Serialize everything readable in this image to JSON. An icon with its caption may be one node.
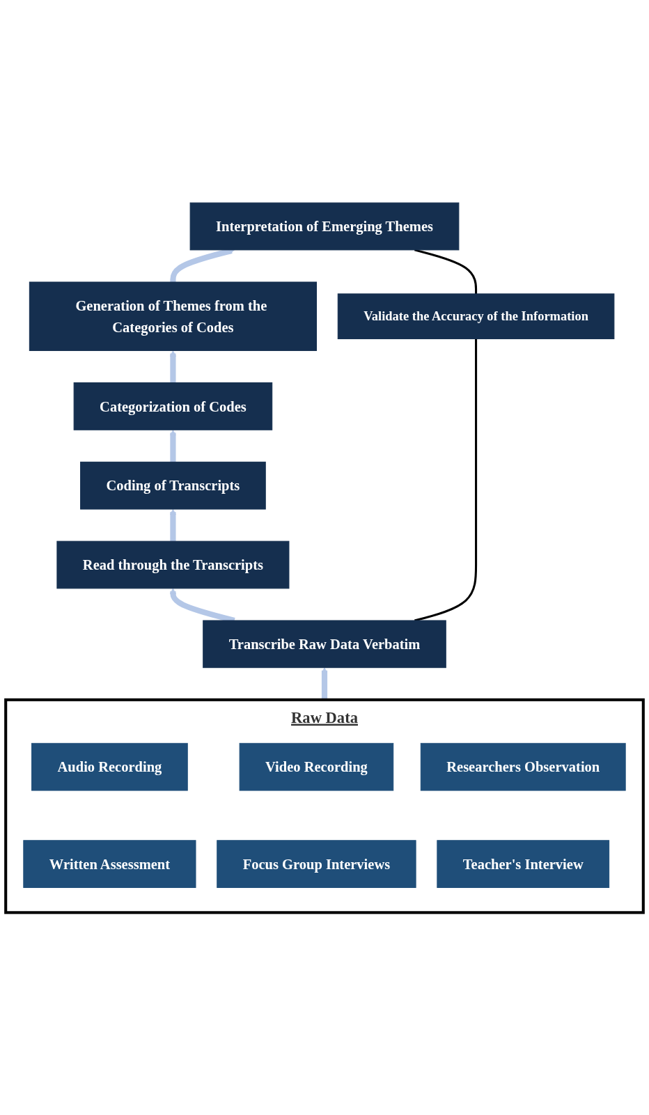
{
  "diagram": {
    "nodes": [
      {
        "text": [
          "Interpretation of Emerging Themes"
        ]
      },
      {
        "text": [
          "Generation of Themes from the Categories of Codes"
        ]
      },
      {
        "text": [
          "Categorization of Codes"
        ]
      },
      {
        "text": [
          "Coding of Transcripts"
        ]
      },
      {
        "text": [
          "Read through the Transcripts"
        ]
      },
      {
        "text": [
          "Transcribe Raw Data Verbatim"
        ]
      },
      {
        "text": [
          "Validate the Accuracy of the Information"
        ]
      },
      {
        "text": [
          "Raw Data"
        ]
      },
      {
        "text": [
          "Audio Recording"
        ],
        "in": 7
      },
      {
        "text": [
          "Video Recording"
        ],
        "in": 7
      },
      {
        "text": [
          "Researchers Observation"
        ],
        "in": 7
      },
      {
        "text": [
          "Written Assessment"
        ],
        "in": 7
      },
      {
        "text": [
          "Focus Group Interviews"
        ],
        "in": 7
      },
      {
        "text": [
          "Teacher's Interview"
        ],
        "in": 7
      }
    ],
    "edges": [
      {
        "from": 1,
        "to": 0,
        "arrow": "to"
      },
      {
        "from": 2,
        "to": 1,
        "arrow": "to"
      },
      {
        "from": 3,
        "to": 2,
        "arrow": "to"
      },
      {
        "from": 4,
        "to": 3,
        "arrow": "to"
      },
      {
        "from": 5,
        "to": 4,
        "arrow": "to"
      },
      {
        "from": 7,
        "to": 5,
        "arrow": "to"
      },
      {
        "from": 6,
        "to": 0,
        "arrow": "none",
        "color": "#000000"
      },
      {
        "from": 5,
        "to": 6,
        "arrow": "none",
        "color": "#000000"
      }
    ]
  }
}
